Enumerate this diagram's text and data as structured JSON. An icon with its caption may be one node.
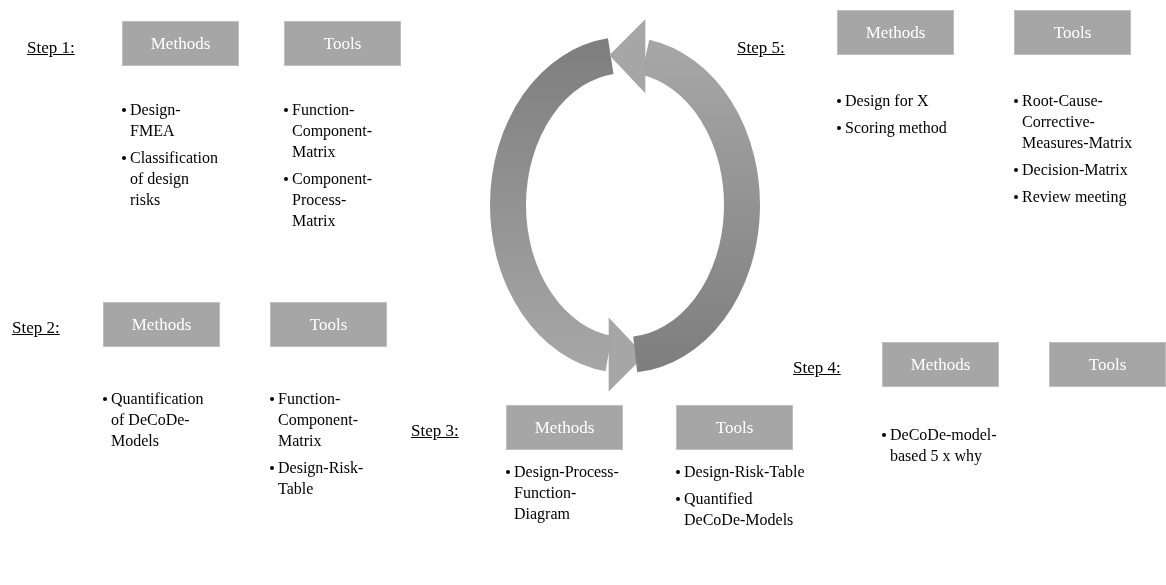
{
  "diagram": {
    "nodes": [
      {
        "text": [
          "Methods"
        ],
        "beside": [
          "Design-FMEA",
          "Classification of design risks"
        ]
      },
      {
        "text": [
          "Tools"
        ],
        "beside": [
          "Function-Component-Matrix",
          "Component-Process-Matrix"
        ]
      },
      {
        "text": [
          "Methods"
        ],
        "beside": [
          "Design for X",
          "Scoring method"
        ]
      },
      {
        "text": [
          "Tools"
        ],
        "beside": [
          "Root-Cause-Corrective-Measures-Matrix",
          "Decision-Matrix",
          "Review meeting"
        ]
      },
      {
        "text": [
          "Methods"
        ],
        "beside": [
          "Quantification of DeCoDe-Models"
        ]
      },
      {
        "text": [
          "Tools"
        ],
        "beside": [
          "Function-Component-Matrix",
          "Design-Risk-Table"
        ]
      },
      {
        "text": [
          "Methods"
        ],
        "beside": [
          "DeCoDe-model-based 5 x why"
        ]
      },
      {
        "text": [
          "Tools"
        ]
      },
      {
        "text": [
          "Methods"
        ],
        "beside": [
          "Design-Process-Function-Diagram"
        ]
      },
      {
        "text": [
          "Tools"
        ],
        "beside": [
          "Design-Risk-Table",
          "Quantified DeCoDe-Models"
        ]
      }
    ],
    "labels": [
      "Step 1:",
      "Step 5:",
      "Step 2:",
      "Step 4:",
      "Step 3:"
    ]
  }
}
